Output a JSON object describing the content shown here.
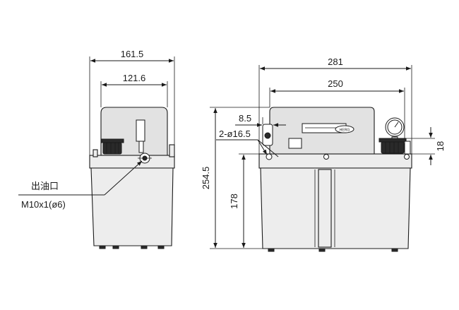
{
  "front_view": {
    "overall_width": "161.5",
    "lid_width": "121.6",
    "outlet_label_cn": "出油口",
    "outlet_label_thread": "M10x1(ø6)"
  },
  "side_view": {
    "overall_width": "281",
    "lid_width": "250",
    "offset": "8.5",
    "mount_holes": "2-ø16.5",
    "cap_height": "18",
    "overall_height": "254.5",
    "body_height": "178",
    "brand_label": "HERG"
  }
}
